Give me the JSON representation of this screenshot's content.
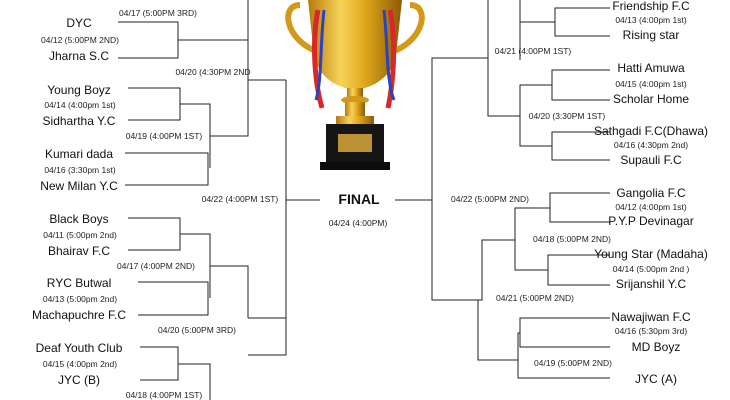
{
  "final": {
    "title": "FINAL",
    "time": "04/24 (4:00PM)"
  },
  "left": {
    "top_cut_time": "04/17 (5:00PM 3RD)",
    "matches": [
      {
        "time": "04/12 (5:00PM 2ND)",
        "team1": "DYC",
        "team2": "Jharna S.C"
      },
      {
        "time": "04/14 (4:00pm 1st)",
        "team1": "Young Boyz",
        "team2": "Sidhartha Y.C"
      },
      {
        "time": "04/16 (3:30pm 1st)",
        "team1": "Kumari dada",
        "team2": "New Milan Y.C"
      },
      {
        "time": "04/11 (5:00pm 2nd)",
        "team1": "Black Boys",
        "team2": "Bhairav F.C"
      },
      {
        "time": "04/13 (5:00pm 2nd)",
        "team1": "RYC Butwal",
        "team2": "Machapuchre F.C"
      },
      {
        "time": "04/15 (4:00pm 2nd)",
        "team1": "Deaf Youth Club",
        "team2": "JYC (B)"
      }
    ],
    "round2": [
      "04/20 (4:30PM 2ND",
      "04/19 (4:00PM 1ST)",
      "04/17 (4:00PM 2ND)",
      "04/20 (5:00PM 3RD)",
      "04/18 (4:00PM 1ST)"
    ],
    "semi": "04/22 (4:00PM 1ST)"
  },
  "right": {
    "matches": [
      {
        "time": "04/13 (4:00pm 1st)",
        "team1": "Friendship F.C",
        "team2": "Rising star"
      },
      {
        "time": "04/15 (4:00pm 1st)",
        "team1": "Hatti Amuwa",
        "team2": "Scholar Home"
      },
      {
        "time": "04/16 (4:30pm 2nd)",
        "team1": "Sathgadi F.C(Dhawa)",
        "team2": "Supauli F.C"
      },
      {
        "time": "04/12 (4:00pm 1st)",
        "team1": "Gangolia F.C",
        "team2": "P.Y.P Devinagar"
      },
      {
        "time": "04/14 (5:00pm 2nd )",
        "team1": "Young Star (Madaha)",
        "team2": "Srijanshil Y.C"
      },
      {
        "time": "04/16 (5:30pm 3rd)",
        "team1": "Nawajiwan F.C",
        "team2": "MD Boyz"
      }
    ],
    "bye_team": "JYC (A)",
    "round2": [
      "04/21 (4:00PM 1ST)",
      "04/20 (3:30PM 1ST)",
      "04/18 (5:00PM 2ND)",
      "04/21 (5:00PM 2ND)",
      "04/19 (5:00PM 2ND)"
    ],
    "semi": "04/22 (5:00PM 2ND)"
  },
  "trophy": {
    "icon": "trophy-icon",
    "gold": "#e0a81c",
    "ribbon_colors": [
      "#d62a2a",
      "#2c44b8",
      "#ffffff"
    ],
    "base": "#151515"
  },
  "line_color": "#222222"
}
